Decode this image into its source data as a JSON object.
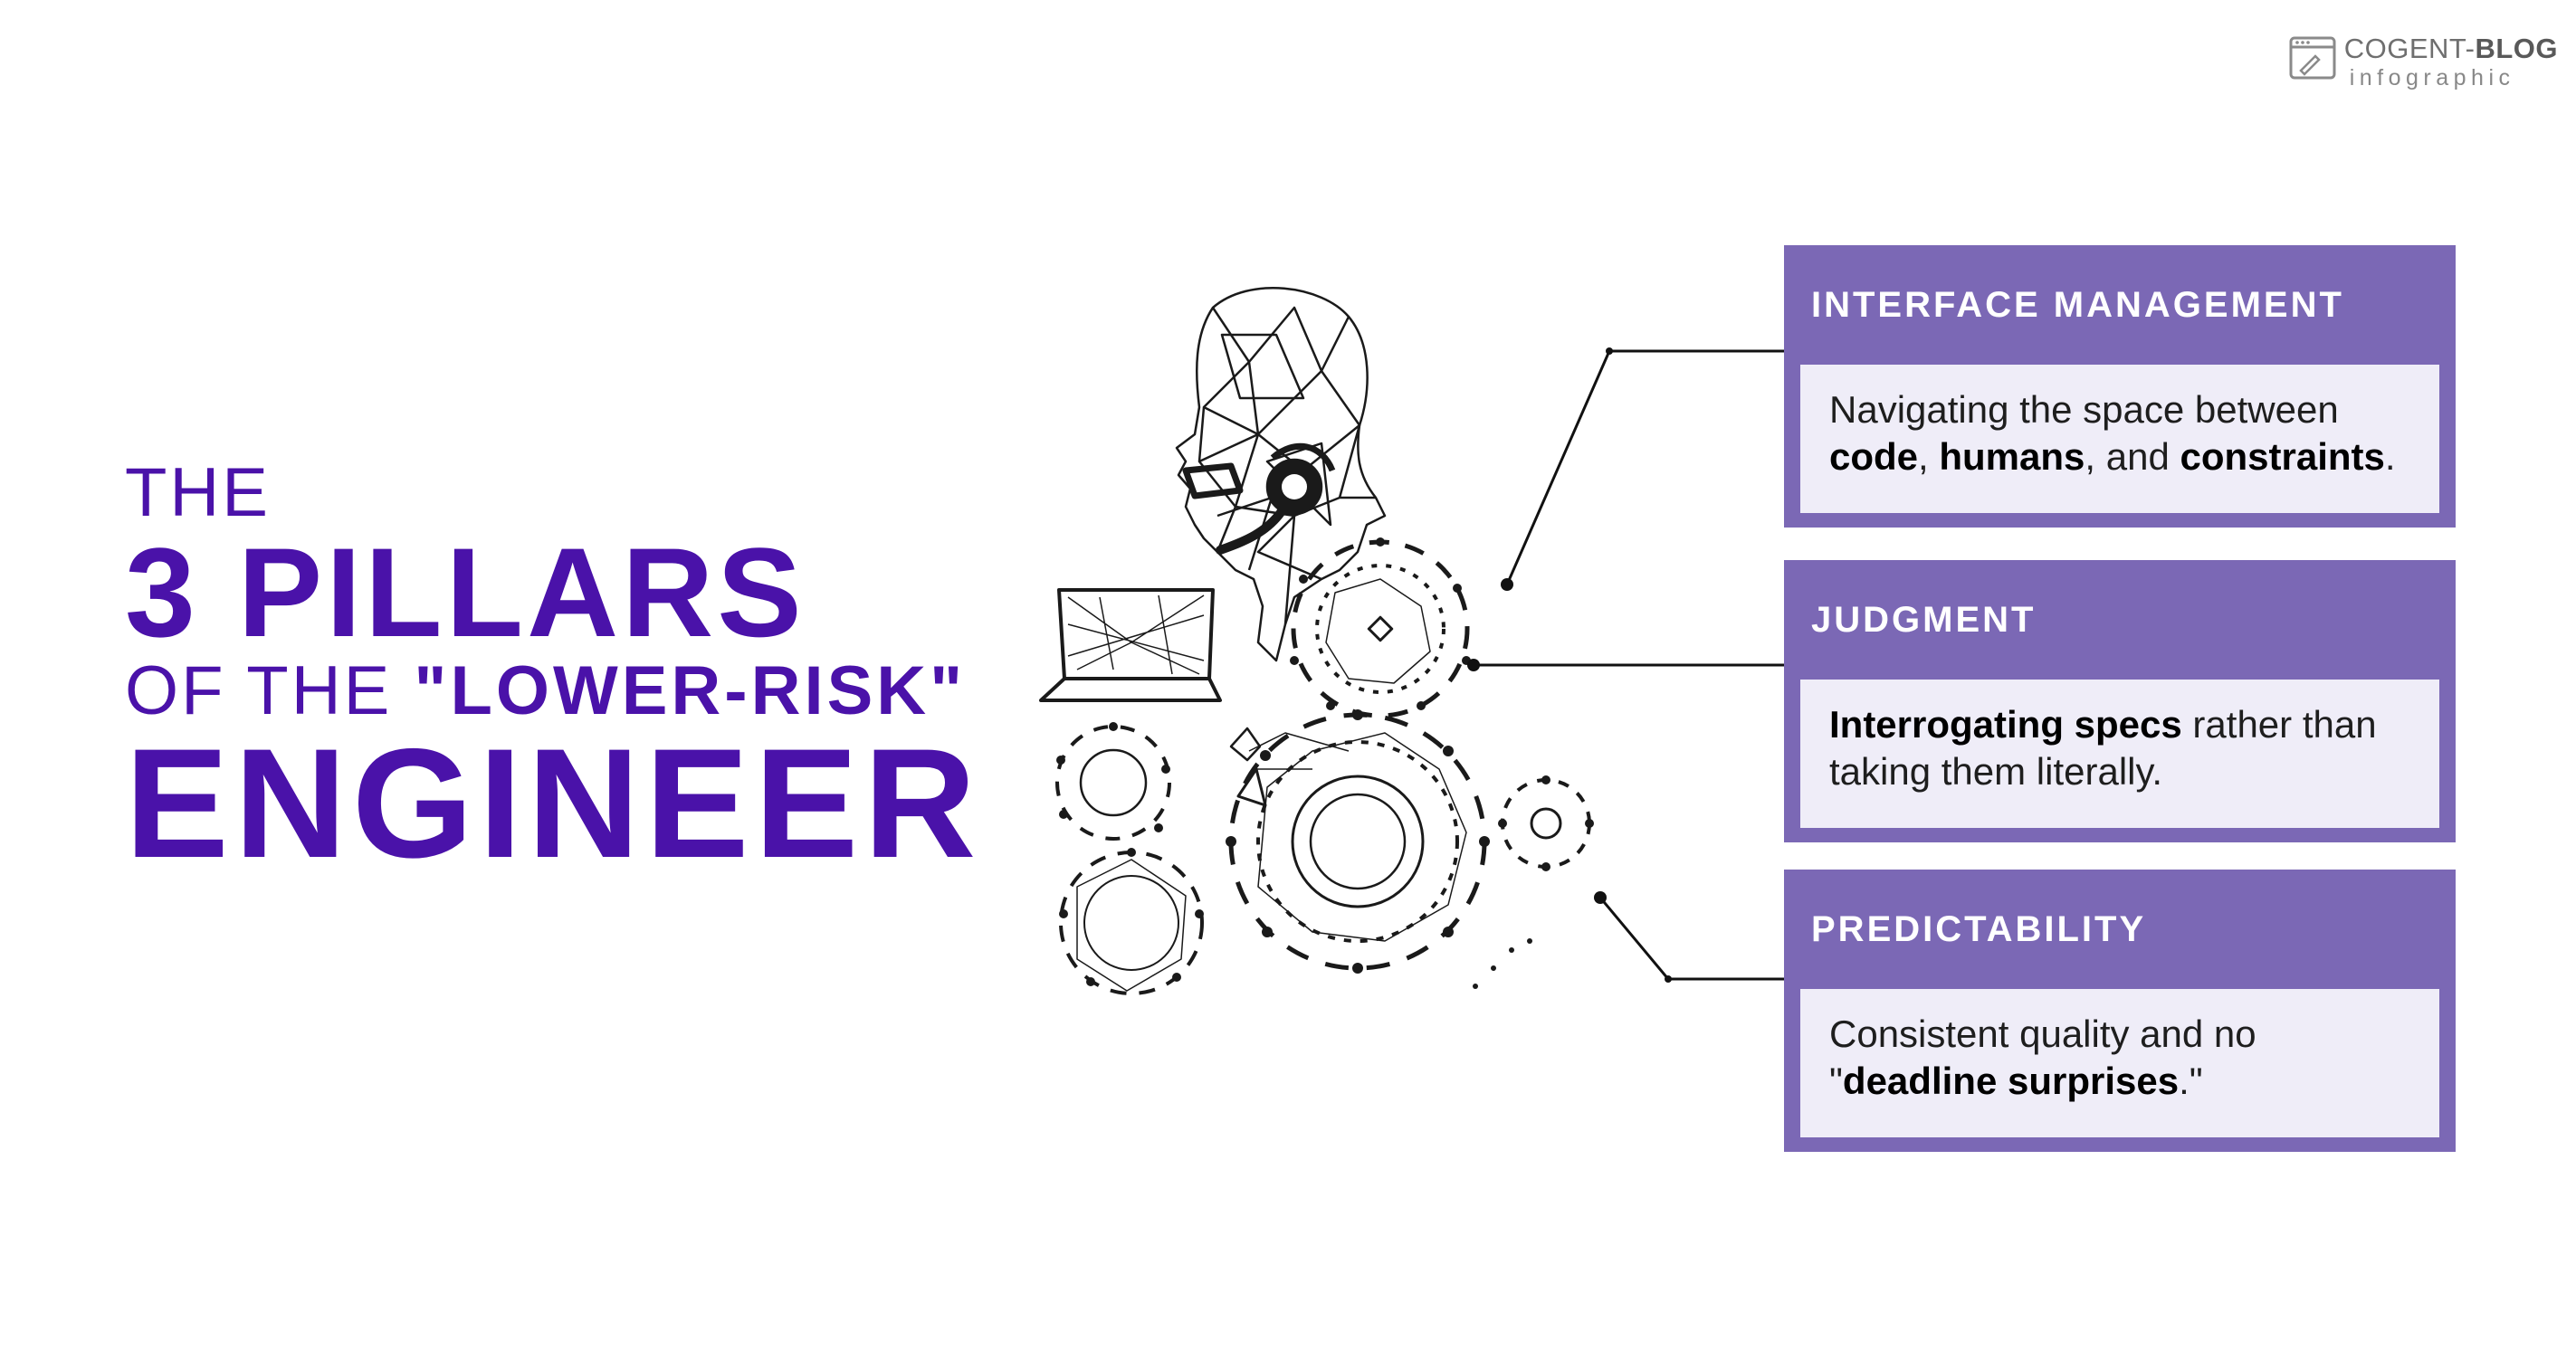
{
  "brand": {
    "name_regular": "COGENT-",
    "name_bold": "BLOG",
    "subtitle": "infographic"
  },
  "title": {
    "line1": "THE",
    "line2": "3 PILLARS",
    "line3_regular": "OF THE",
    "line3_bold": "\"LOWER-RISK\"",
    "line4": "ENGINEER"
  },
  "pillars": [
    {
      "title": "INTERFACE MANAGEMENT",
      "desc_1": "Navigating the space between",
      "desc_2b": "code",
      "desc_3": ", ",
      "desc_4b": "humans",
      "desc_5": ", and ",
      "desc_6b": "constraints",
      "desc_7": "."
    },
    {
      "title": "JUDGMENT",
      "desc_1b": "Interrogating specs",
      "desc_2": " rather than taking them literally."
    },
    {
      "title": "PREDICTABILITY",
      "desc_1": "Consistent quality and no \"",
      "desc_2b": "deadline surprises",
      "desc_3": ".\""
    }
  ],
  "colors": {
    "title": "#4a12a9",
    "card": "#7b68b5",
    "card_body": "#efedf8"
  },
  "illustration": {
    "depicts": "wireframe-engineer-with-headset-laptop-and-gears"
  }
}
